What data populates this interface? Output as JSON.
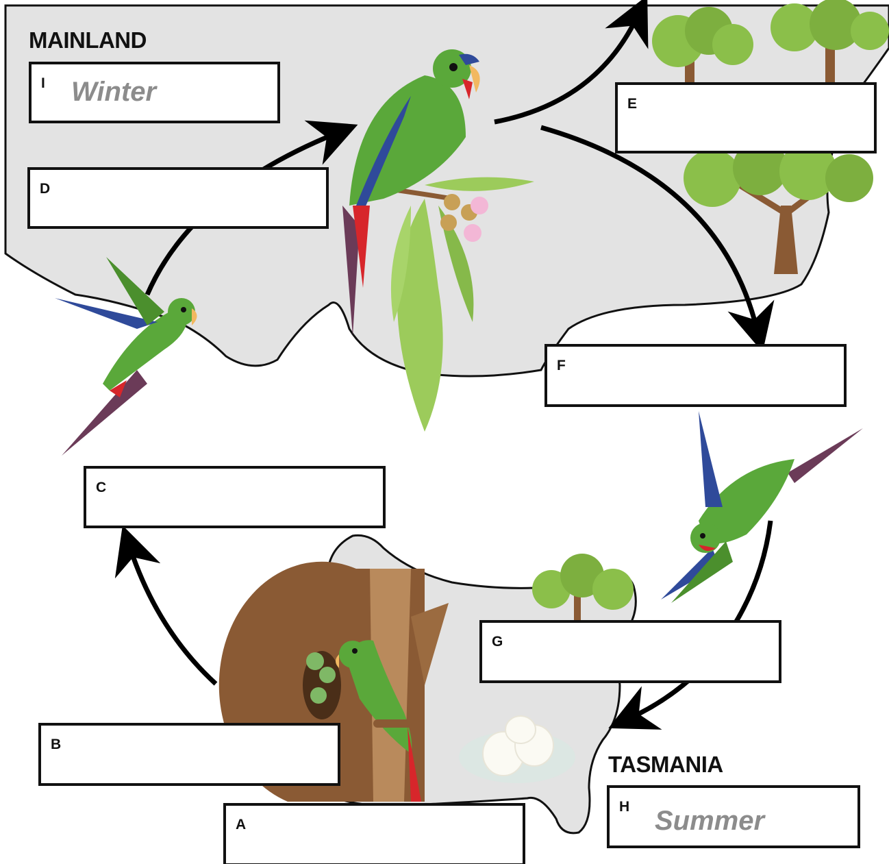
{
  "regions": {
    "mainland": "MAINLAND",
    "tasmania": "TASMANIA"
  },
  "boxes": {
    "a": {
      "letter": "A",
      "answer": ""
    },
    "b": {
      "letter": "B",
      "answer": ""
    },
    "c": {
      "letter": "C",
      "answer": ""
    },
    "d": {
      "letter": "D",
      "answer": ""
    },
    "e": {
      "letter": "E",
      "answer": ""
    },
    "f": {
      "letter": "F",
      "answer": ""
    },
    "g": {
      "letter": "G",
      "answer": ""
    },
    "h": {
      "letter": "H",
      "answer": "Summer"
    },
    "i": {
      "letter": "I",
      "answer": "Winter"
    }
  },
  "colors": {
    "land": "#e3e3e3",
    "outline": "#111111",
    "arrow": "#000000",
    "parrot_green": "#5aa83a",
    "parrot_red": "#d7262b",
    "parrot_blue": "#2f4a9a",
    "tree_foliage": "#8bbf4a",
    "trunk": "#8a5a34",
    "answer_hint": "#8c8c8c"
  }
}
